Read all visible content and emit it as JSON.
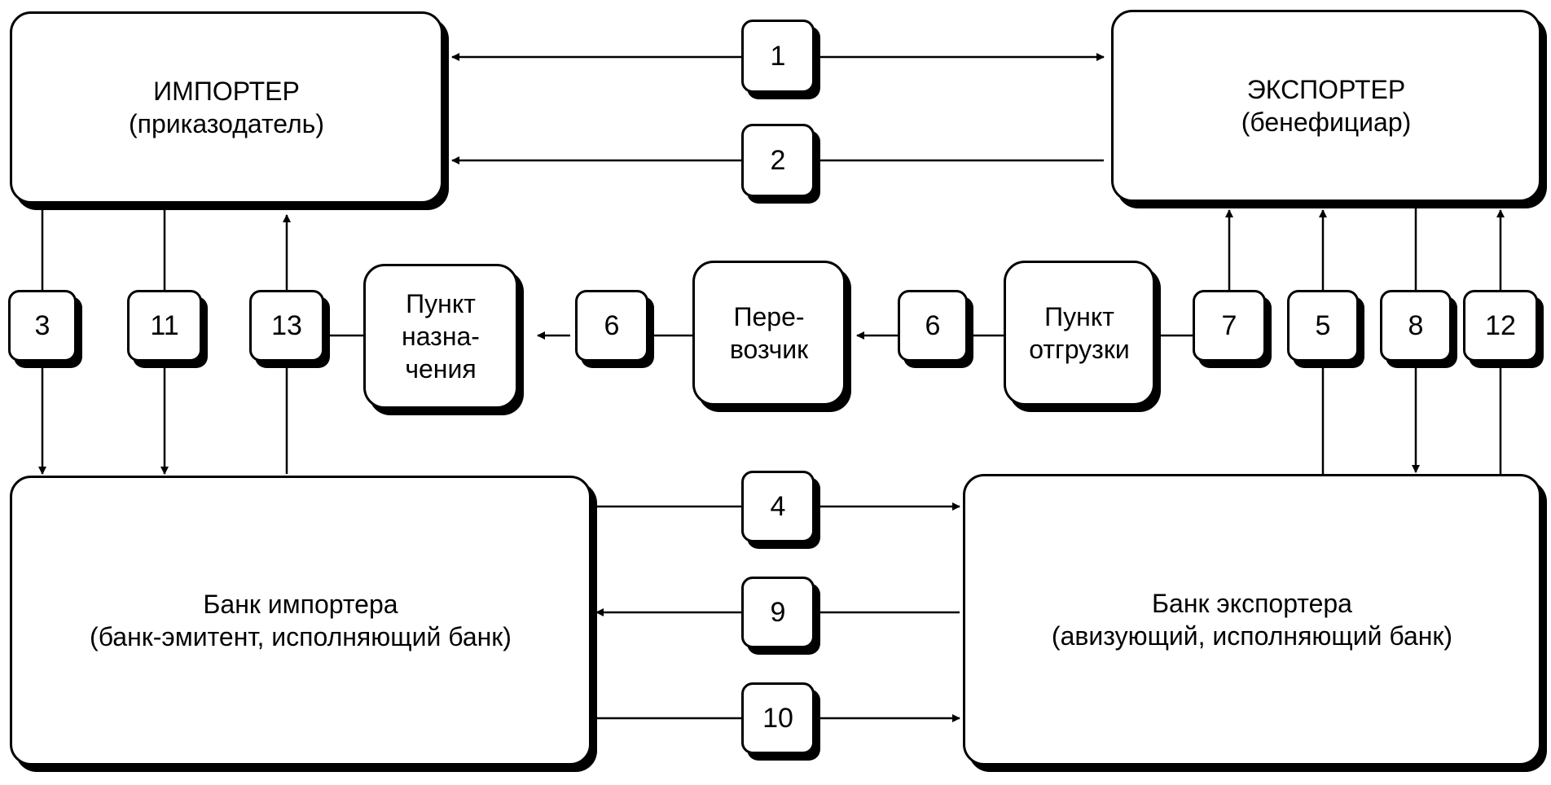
{
  "nodes": {
    "importer": {
      "name": "ИМПОРТЕР",
      "role": "(приказодатель)"
    },
    "exporter": {
      "name": "ЭКСПОРТЕР",
      "role": "(бенефициар)"
    },
    "importer_bank": {
      "name": "Банк импортера",
      "role": "(банк-эмитент, исполняющий банк)"
    },
    "exporter_bank": {
      "name": "Банк экспортера",
      "role": "(авизующий, исполняющий банк)"
    },
    "destination": {
      "line1": "Пункт",
      "line2": "назна-",
      "line3": "чения"
    },
    "carrier": {
      "line1": "Пере-",
      "line2": "возчик"
    },
    "shipment": {
      "line1": "Пункт",
      "line2": "отгрузки"
    }
  },
  "steps": {
    "s1": "1",
    "s2": "2",
    "s3": "3",
    "s4": "4",
    "s5": "5",
    "s6a": "6",
    "s6b": "6",
    "s7": "7",
    "s8": "8",
    "s9": "9",
    "s10": "10",
    "s11": "11",
    "s12": "12",
    "s13": "13"
  }
}
